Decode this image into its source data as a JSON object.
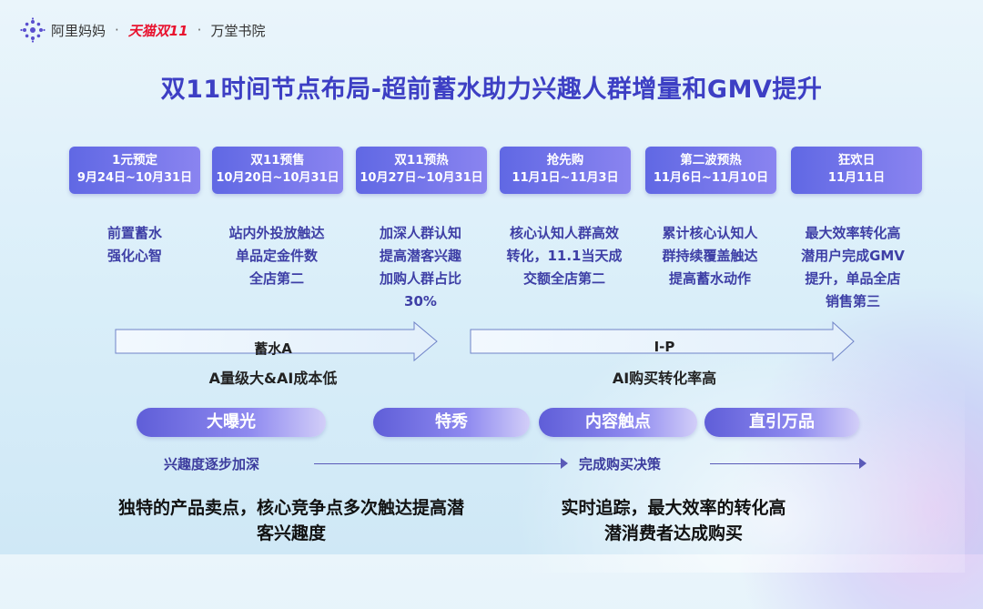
{
  "header": {
    "brand_alimama": "阿里妈妈",
    "separator": "·",
    "brand_tmall": "天猫双11",
    "brand_wantang": "万堂书院"
  },
  "title": "双11时间节点布局-超前蓄水助力兴趣人群增量和GMV提升",
  "phases": [
    {
      "name": "1元预定",
      "date": "9月24日~10月31日",
      "desc": [
        "前置蓄水",
        "强化心智"
      ]
    },
    {
      "name": "双11预售",
      "date": "10月20日~10月31日",
      "desc": [
        "站内外投放触达",
        "单品定金件数",
        "全店第二"
      ]
    },
    {
      "name": "双11预热",
      "date": "10月27日~10月31日",
      "desc": [
        "加深人群认知",
        "提高潜客兴趣",
        "加购人群占比",
        "30%"
      ]
    },
    {
      "name": "抢先购",
      "date": "11月1日~11月3日",
      "desc": [
        "核心认知人群高效",
        "转化，11.1当天成",
        "交额全店第二"
      ]
    },
    {
      "name": "第二波预热",
      "date": "11月6日~11月10日",
      "desc": [
        "累计核心认知人",
        "群持续覆盖触达",
        "提高蓄水动作"
      ]
    },
    {
      "name": "狂欢日",
      "date": "11月11日",
      "desc": [
        "最大效率转化高",
        "潜用户完成GMV",
        "提升，单品全店",
        "销售第三"
      ]
    }
  ],
  "arrows": [
    {
      "label": "蓄水A",
      "sub": "A量级大&AI成本低"
    },
    {
      "label": "I-P",
      "sub": "AI购买转化率高"
    }
  ],
  "pills": [
    "大曝光",
    "特秀",
    "内容触点",
    "直引万品"
  ],
  "flow": {
    "left": "兴趣度逐步加深",
    "right": "完成购买决策"
  },
  "bottom": {
    "left": [
      "独特的产品卖点，核心竞争点多次触达提高潜",
      "客兴趣度"
    ],
    "right": [
      "实时追踪，最大效率的转化高",
      "潜消费者达成购买"
    ]
  },
  "colors": {
    "title": "#3d3fc4",
    "phase_bg": "#6068e4",
    "desc_text": "#3e3fa6",
    "tmall_red": "#e8132f"
  }
}
